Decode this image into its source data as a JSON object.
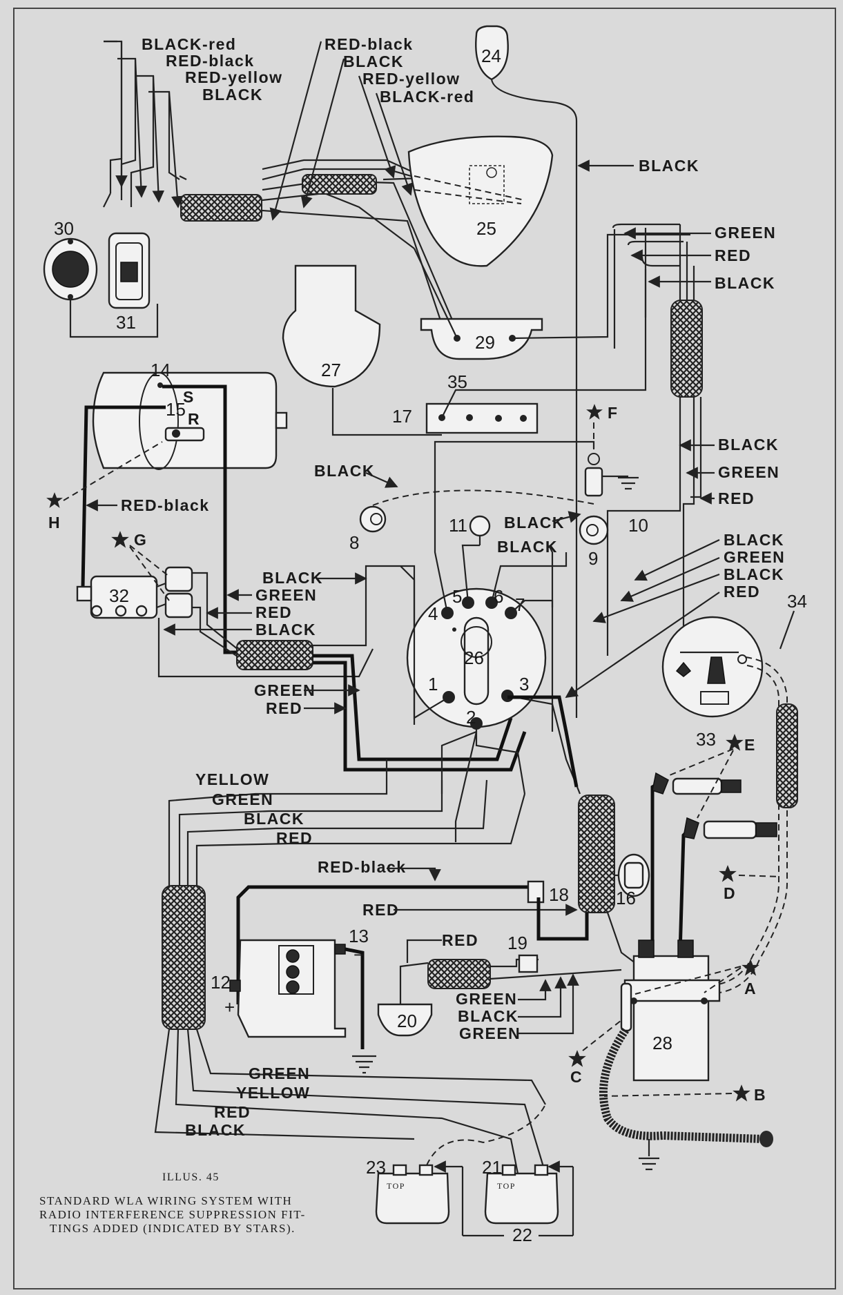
{
  "wire_colors": {
    "black_red": "BLACK-red",
    "red_black": "RED-black",
    "red_yellow": "RED-yellow",
    "black": "BLACK",
    "green": "GREEN",
    "red": "RED",
    "yellow": "YELLOW"
  },
  "component_numbers": {
    "n1": "1",
    "n2": "2",
    "n3": "3",
    "n4": "4",
    "n5": "5",
    "n6": "6",
    "n7": "7",
    "n8": "8",
    "n9": "9",
    "n10": "10",
    "n11": "11",
    "n12": "12",
    "n13": "13",
    "n14": "14",
    "n15": "15",
    "n16": "16",
    "n17": "17",
    "n18": "18",
    "n19": "19",
    "n20": "20",
    "n21": "21",
    "n22": "22",
    "n23": "23",
    "n24": "24",
    "n25": "25",
    "n26": "26",
    "n27": "27",
    "n28": "28",
    "n29": "29",
    "n30": "30",
    "n31": "31",
    "n32": "32",
    "n33": "33",
    "n34": "34",
    "n35": "35"
  },
  "star_labels": {
    "a": "A",
    "b": "B",
    "c": "C",
    "d": "D",
    "e": "E",
    "f": "F",
    "g": "G",
    "h": "H"
  },
  "small_marks": {
    "s": "S",
    "r": "R",
    "top": "TOP",
    "plus": "+",
    "minus": "−"
  },
  "caption": {
    "title": "ILLUS. 45",
    "line1": "STANDARD WLA WIRING SYSTEM WITH",
    "line2": "RADIO INTERFERENCE SUPPRESSION FIT-",
    "line3": "TINGS ADDED (INDICATED BY STARS)."
  },
  "colors": {
    "paper": "#dadada",
    "ink": "#222222"
  }
}
